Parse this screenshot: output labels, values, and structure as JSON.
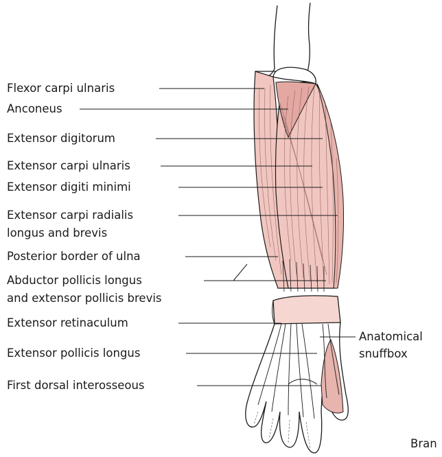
{
  "labels": {
    "flexor_carpi_ulnaris": "Flexor carpi ulnaris",
    "anconeus": "Anconeus",
    "extensor_digitorum": "Extensor digitorum",
    "extensor_carpi_ulnaris": "Extensor carpi ulnaris",
    "extensor_digiti_minimi": "Extensor digiti minimi",
    "extensor_carpi_radialis_line1": "Extensor carpi radialis",
    "extensor_carpi_radialis_line2": "longus and brevis",
    "posterior_border_ulna": "Posterior border of ulna",
    "abductor_line1": "Abductor pollicis longus",
    "abductor_line2": "and extensor pollicis brevis",
    "extensor_retinaculum": "Extensor retinaculum",
    "extensor_pollicis_longus": "Extensor pollicis longus",
    "first_dorsal_interosseous": "First dorsal interosseous",
    "anatomical_line1": "Anatomical",
    "anatomical_line2": "snuffbox",
    "cropped_text": "Bran"
  },
  "colors": {
    "muscle": "#f1c6c0",
    "muscle_dark": "#e3a8a2",
    "retinaculum": "#f6d6d0",
    "line": "#1a1a1a"
  }
}
